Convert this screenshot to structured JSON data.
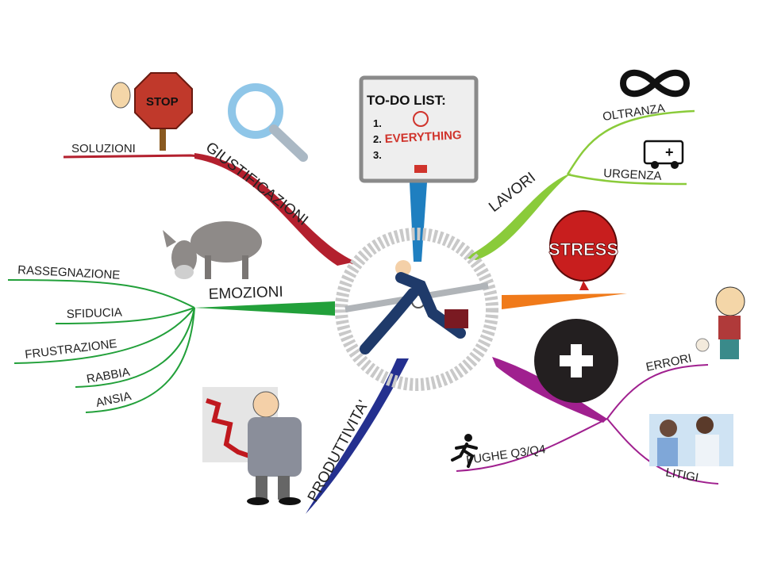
{
  "center": {
    "icon": "businessman-running-in-wheel-icon"
  },
  "branches": {
    "giustificazioni": {
      "label": "GIUSTIFICAZIONI",
      "color": "#b3202e",
      "children": [
        "SOLUZIONI"
      ],
      "icons": [
        "magnifier-icon",
        "stop-sign-icon"
      ]
    },
    "todo": {
      "color": "#1f7fc0",
      "board_title": "TO-DO LIST:",
      "items": [
        "1.",
        "2.",
        "3."
      ],
      "highlight": "EVERYTHING"
    },
    "lavori": {
      "label": "LAVORI",
      "color": "#8acb3a",
      "children": [
        "OLTRANZA",
        "URGENZA"
      ],
      "icons": [
        "infinity-icon",
        "ambulance-icon"
      ]
    },
    "stress": {
      "label": "STRESS",
      "color": "#f07a1a"
    },
    "plus": {
      "color": "#a0208f",
      "children": [
        "ERRORI",
        "LITIGI",
        "FUGHE Q3/Q4"
      ],
      "icons": [
        "plus-icon",
        "boy-icon",
        "arguing-men-icon",
        "runner-icon"
      ]
    },
    "emozioni": {
      "label": "EMOZIONI",
      "color": "#22a03a",
      "children": [
        "RASSEGNAZIONE",
        "SFIDUCIA",
        "FRUSTRAZIONE",
        "RABBIA",
        "ANSIA"
      ],
      "icons": [
        "donkey-icon"
      ]
    },
    "produttivita": {
      "label": "PRODUTTIVITA'",
      "color": "#24308f",
      "icons": [
        "falling-chart-man-icon"
      ]
    }
  }
}
